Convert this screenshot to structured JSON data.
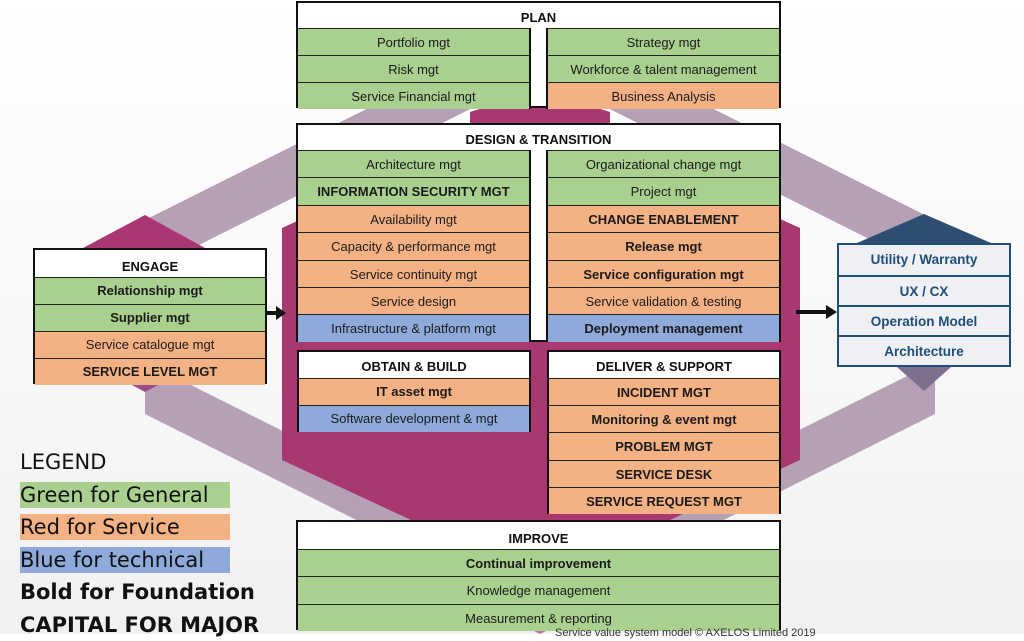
{
  "plan": {
    "title": "PLAN",
    "left": [
      {
        "label": "Portfolio mgt",
        "category": "general",
        "style": "normal"
      },
      {
        "label": "Risk mgt",
        "category": "general",
        "style": "normal"
      },
      {
        "label": "Service Financial mgt",
        "category": "general",
        "style": "normal"
      }
    ],
    "right": [
      {
        "label": "Strategy mgt",
        "category": "general",
        "style": "normal"
      },
      {
        "label": "Workforce & talent management",
        "category": "general",
        "style": "normal"
      },
      {
        "label": "Business Analysis",
        "category": "service",
        "style": "normal"
      }
    ]
  },
  "design": {
    "title": "DESIGN & TRANSITION",
    "left": [
      {
        "label": "Architecture mgt",
        "category": "general",
        "style": "normal"
      },
      {
        "label": "INFORMATION SECURITY MGT",
        "category": "general",
        "style": "bold"
      },
      {
        "label": "Availability mgt",
        "category": "service",
        "style": "normal"
      },
      {
        "label": "Capacity & performance mgt",
        "category": "service",
        "style": "normal"
      },
      {
        "label": "Service continuity mgt",
        "category": "service",
        "style": "normal"
      },
      {
        "label": "Service design",
        "category": "service",
        "style": "normal"
      },
      {
        "label": "Infrastructure & platform mgt",
        "category": "technical",
        "style": "normal"
      }
    ],
    "right": [
      {
        "label": "Organizational change mgt",
        "category": "general",
        "style": "normal"
      },
      {
        "label": "Project mgt",
        "category": "general",
        "style": "normal"
      },
      {
        "label": "CHANGE ENABLEMENT",
        "category": "service",
        "style": "bold"
      },
      {
        "label": "Release mgt",
        "category": "service",
        "style": "bold"
      },
      {
        "label": "Service configuration mgt",
        "category": "service",
        "style": "bold"
      },
      {
        "label": "Service validation & testing",
        "category": "service",
        "style": "normal"
      },
      {
        "label": "Deployment management",
        "category": "technical",
        "style": "bold"
      }
    ]
  },
  "obtain": {
    "title": "OBTAIN & BUILD",
    "items": [
      {
        "label": "IT asset mgt",
        "category": "service",
        "style": "bold"
      },
      {
        "label": "Software development & mgt",
        "category": "technical",
        "style": "normal"
      }
    ]
  },
  "deliver": {
    "title": "DELIVER & SUPPORT",
    "items": [
      {
        "label": "INCIDENT MGT",
        "category": "service",
        "style": "bold"
      },
      {
        "label": "Monitoring & event mgt",
        "category": "service",
        "style": "bold"
      },
      {
        "label": "PROBLEM MGT",
        "category": "service",
        "style": "bold"
      },
      {
        "label": "SERVICE DESK",
        "category": "service",
        "style": "bold"
      },
      {
        "label": "SERVICE REQUEST MGT",
        "category": "service",
        "style": "bold"
      }
    ]
  },
  "improve": {
    "title": "IMPROVE",
    "items": [
      {
        "label": "Continual improvement",
        "category": "general",
        "style": "bold"
      },
      {
        "label": "Knowledge management",
        "category": "general",
        "style": "normal"
      },
      {
        "label": "Measurement & reporting",
        "category": "general",
        "style": "normal"
      }
    ]
  },
  "engage": {
    "title": "ENGAGE",
    "items": [
      {
        "label": "Relationship mgt",
        "category": "general",
        "style": "bold"
      },
      {
        "label": "Supplier mgt",
        "category": "general",
        "style": "bold"
      },
      {
        "label": "Service catalogue mgt",
        "category": "service",
        "style": "normal"
      },
      {
        "label": "SERVICE LEVEL MGT",
        "category": "service",
        "style": "bold"
      }
    ]
  },
  "value": {
    "items": [
      "Utility / Warranty",
      "UX / CX",
      "Operation Model",
      "Architecture"
    ]
  },
  "legend": {
    "title": "LEGEND",
    "green": "Green for General",
    "red": "Red for Service",
    "blue": "Blue for technical",
    "bold": "Bold for Foundation",
    "capital": "CAPITAL FOR MAJOR"
  },
  "colors": {
    "general": "#a9d08e",
    "service": "#f4b183",
    "technical": "#8eaadb",
    "value_chain_magenta": "#a8386f",
    "diamond_band": "#b29bb1",
    "value_navy": "#1f4e79"
  },
  "caption": "Service value system model © AXELOS Limited 2019"
}
